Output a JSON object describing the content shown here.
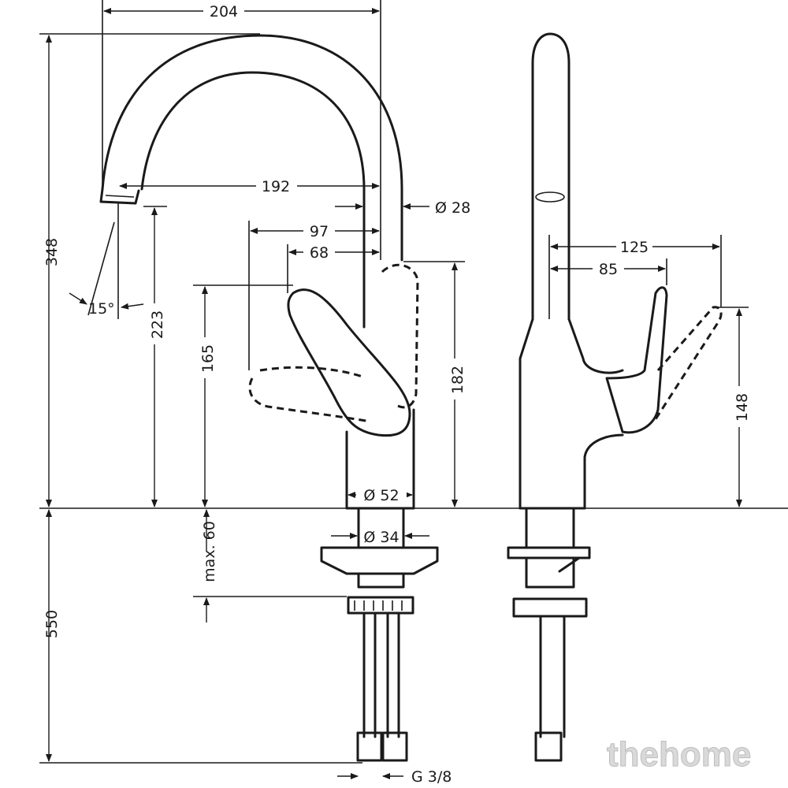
{
  "dimensions": {
    "width_total": "204",
    "spout_reach": "192",
    "spout_diameter": "Ø 28",
    "lever_reach_97": "97",
    "lever_reach_68": "68",
    "total_height": "348",
    "spout_angle": "15°",
    "spout_outlet_height": "223",
    "lever_height": "165",
    "body_height": "182",
    "body_diameter": "Ø 52",
    "shank_diameter": "Ø 34",
    "max_counter_thickness": "max. 60",
    "hose_length": "550",
    "connection_thread": "G 3/8",
    "side_lever_reach_125": "125",
    "side_lever_reach_85": "85",
    "side_lever_height": "148"
  },
  "watermark": "thehome"
}
